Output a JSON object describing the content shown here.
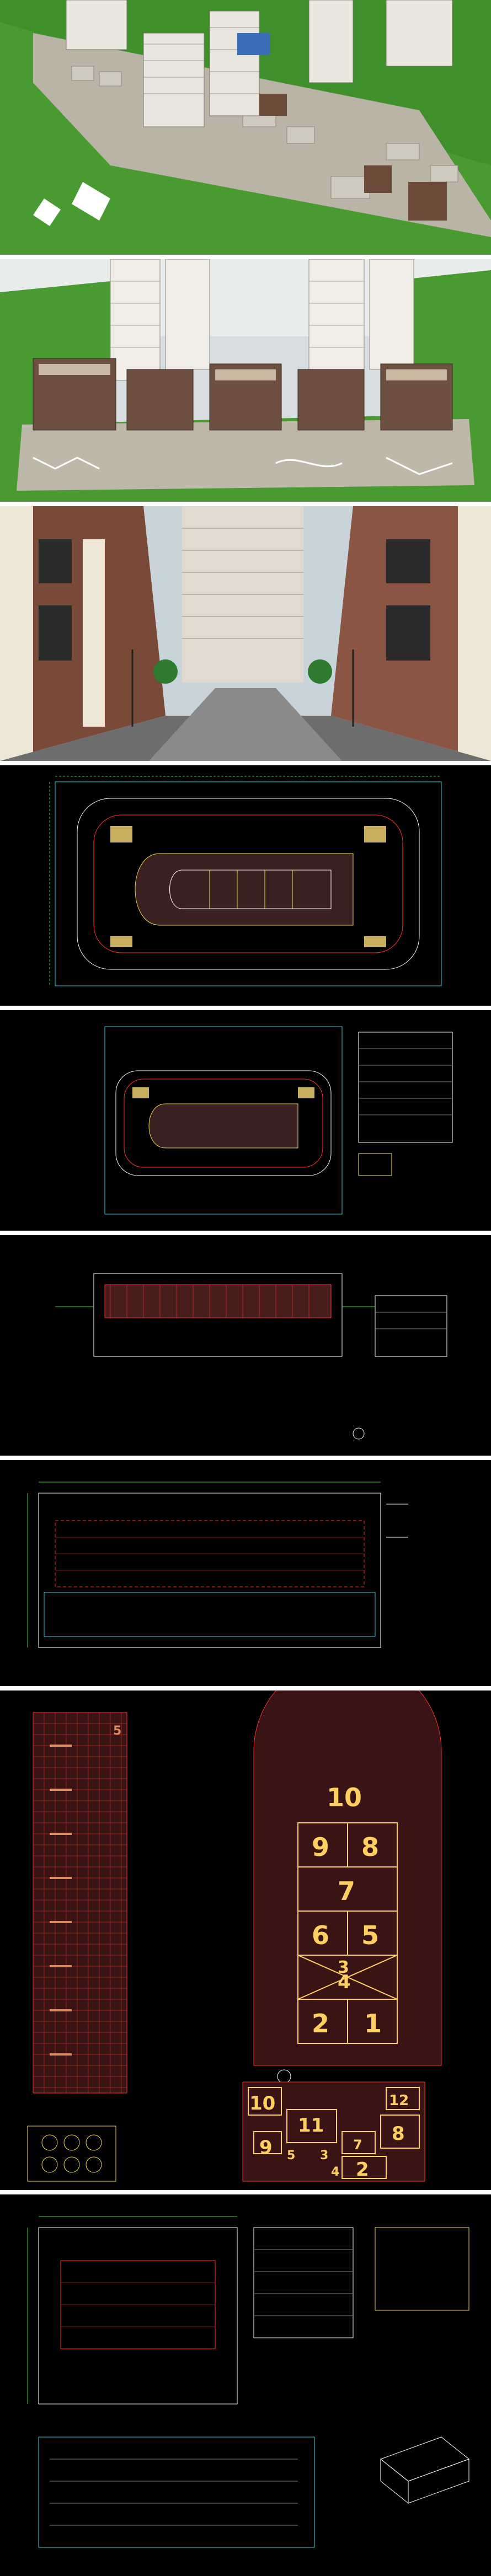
{
  "renderings": [
    {
      "name": "aerial-view-1"
    },
    {
      "name": "aerial-view-2"
    },
    {
      "name": "street-view"
    }
  ],
  "cad_sheets": [
    {
      "name": "site-plan-1"
    },
    {
      "name": "site-plan-2"
    },
    {
      "name": "pavement-plan"
    },
    {
      "name": "paving-detail"
    },
    {
      "name": "playground-details"
    },
    {
      "name": "section-details"
    }
  ],
  "hopscotch": {
    "b_numbers": [
      "10",
      "9",
      "8",
      "7",
      "6",
      "5",
      "4",
      "3",
      "2",
      "1"
    ],
    "d_numbers": [
      "10",
      "12",
      "11",
      "8",
      "9",
      "7",
      "3",
      "5",
      "4",
      "2"
    ],
    "track_number": "5"
  },
  "colors": {
    "cad_bg": "#000000",
    "cad_line": "#ffffff",
    "cad_red": "#ff3030",
    "cad_yellow": "#f0e050",
    "cad_green": "#40d040",
    "cad_cyan": "#30d0e0",
    "grass": "#3f8f2a",
    "paving": "#b8b2a2",
    "sky": "#c9d3da"
  }
}
